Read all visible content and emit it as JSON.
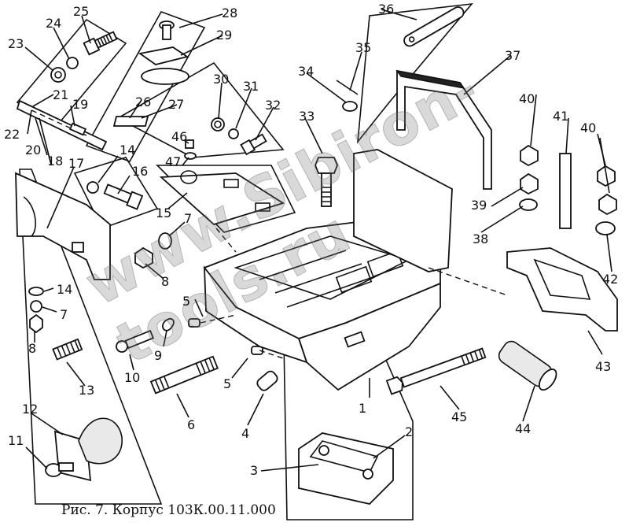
{
  "figure": {
    "caption": "Рис. 7. Корпус 103К.00.11.000",
    "watermark": "www.Sibiron-tools.ru"
  },
  "callouts": [
    "1",
    "2",
    "3",
    "4",
    "5",
    "5",
    "6",
    "7",
    "7",
    "8",
    "8",
    "9",
    "10",
    "11",
    "12",
    "13",
    "14",
    "14",
    "15",
    "16",
    "17",
    "18",
    "19",
    "20",
    "21",
    "22",
    "23",
    "24",
    "25",
    "26",
    "27",
    "28",
    "29",
    "30",
    "31",
    "32",
    "33",
    "34",
    "35",
    "36",
    "37",
    "38",
    "39",
    "40",
    "40",
    "41",
    "42",
    "43",
    "44",
    "45",
    "46",
    "47"
  ]
}
